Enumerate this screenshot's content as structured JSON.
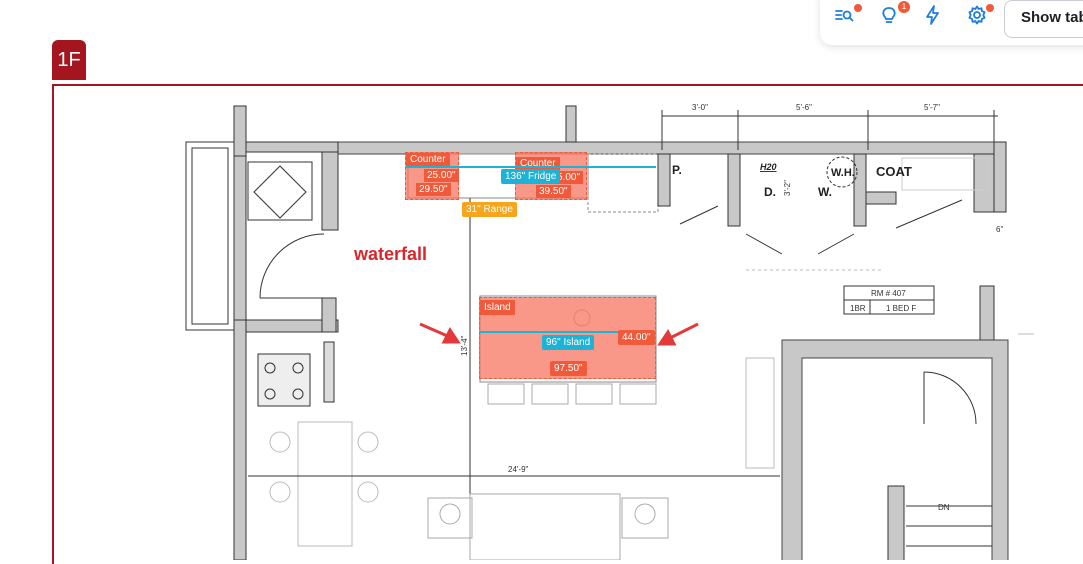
{
  "toolbar": {
    "icons": [
      "filter-search-icon",
      "lightbulb-icon",
      "lightning-icon",
      "gear-icon"
    ],
    "insight_count": "1",
    "show_tab_label": "Show tab"
  },
  "floor_badge": "1F",
  "plan": {
    "dims_top": [
      "3'-0\"",
      "5'-6\"",
      "5'-7\""
    ],
    "dim_right": "6\"",
    "dim_bottom": "24'-9\"",
    "dim_left": "13'-4\"",
    "room_labels": {
      "pantry": "P.",
      "h20": "H20",
      "dryer": "D.",
      "washer": "W.",
      "water_heater": "W.H.",
      "coat": "COAT",
      "dim_32": "3'-2\"",
      "down": "DN"
    },
    "room_tag": {
      "rm": "RM # 407",
      "type": "1BR",
      "unit": "1 BED F"
    }
  },
  "annotations": {
    "waterfall": "waterfall",
    "counter_left": {
      "label": "Counter",
      "value_top": "25.00\"",
      "value_bottom": "29.50\""
    },
    "counter_right": {
      "label": "Counter",
      "value_top": "5.00\"",
      "value_bottom": "39.50\""
    },
    "fridge": "136\" Fridge",
    "range": "31\" Range",
    "island": {
      "label": "Island",
      "length": "96\" Island",
      "depth": "44.00\"",
      "width": "97.50\""
    }
  },
  "colors": {
    "brand_red": "#a5151f",
    "overlay_red": "#f0593a",
    "overlay_fill": "rgba(246,112,90,0.75)",
    "dim_blue": "#1bb3d6",
    "range_orange": "#f7a51c",
    "icon_blue": "#1c7ce0"
  }
}
